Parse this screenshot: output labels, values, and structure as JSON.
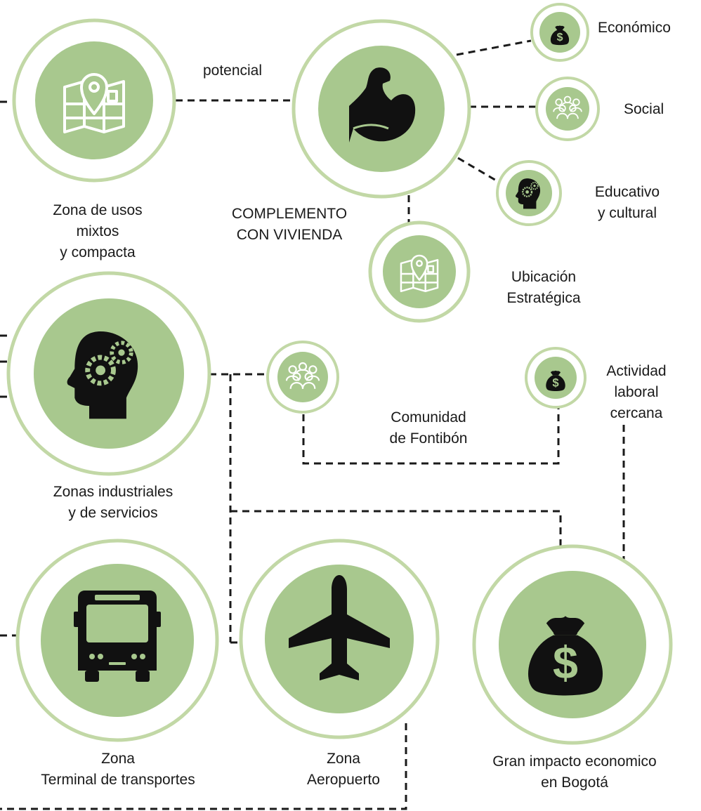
{
  "colors": {
    "ring": "#c2d8a6",
    "fill": "#a8c88e",
    "icon": "#111111",
    "line": "#1a1a1a",
    "background": "#ffffff"
  },
  "nodes": {
    "mixed_use": {
      "icon": "map-pin-icon",
      "label_lines": [
        "Zona de usos",
        "mixtos",
        "y compacta"
      ]
    },
    "housing": {
      "icon": "flexed-arm-icon",
      "label_lines": [
        "COMPLEMENTO",
        "CON VIVIENDA"
      ]
    },
    "economic": {
      "icon": "money-bag-icon",
      "label": "Económico"
    },
    "social": {
      "icon": "people-group-icon",
      "label": "Social"
    },
    "educational": {
      "icon": "head-gears-icon",
      "label_lines": [
        "Educativo",
        "y cultural"
      ]
    },
    "strategic_location": {
      "icon": "map-pin-icon",
      "label_lines": [
        "Ubicación",
        "Estratégica"
      ]
    },
    "industrial": {
      "icon": "head-gears-icon",
      "label_lines": [
        "Zonas industriales",
        "y de servicios"
      ]
    },
    "community": {
      "icon": "people-group-icon",
      "label_lines": [
        "Comunidad",
        "de Fontibón"
      ]
    },
    "labor": {
      "icon": "money-bag-icon",
      "label_lines": [
        "Actividad",
        "laboral",
        "cercana"
      ]
    },
    "bus_terminal": {
      "icon": "bus-icon",
      "label_lines": [
        "Zona",
        "Terminal de transportes"
      ]
    },
    "airport": {
      "icon": "airplane-icon",
      "label_lines": [
        "Zona",
        "Aeropuerto"
      ]
    },
    "impact": {
      "icon": "money-bag-icon",
      "label_lines": [
        "Gran impacto economico",
        "en Bogotá"
      ]
    }
  },
  "edges": {
    "potential_label": "potencial"
  }
}
